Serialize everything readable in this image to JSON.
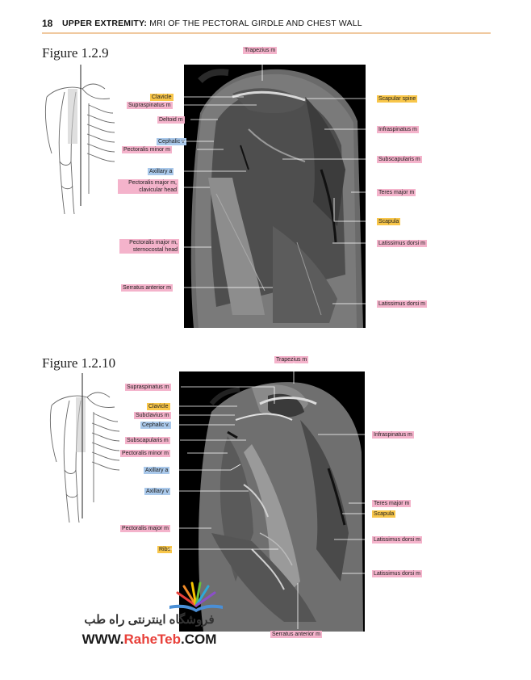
{
  "header": {
    "page_number": "18",
    "title_bold": "UPPER EXTREMITY:",
    "title_rest": " MRI OF THE PECTORAL GIRDLE AND CHEST WALL"
  },
  "figure1": {
    "title": "Figure 1.2.9",
    "labels": {
      "trapezius": "Trapezius m",
      "clavicle": "Clavicle",
      "supraspinatus": "Supraspinatus m",
      "deltoid": "Deltoid m",
      "cephalic": "Cephalic v",
      "pectoralis_minor": "Pectoralis minor m",
      "axillary_a": "Axillary a",
      "pect_major_clav": "Pectoralis major m, clavicular head",
      "pect_major_stern": "Pectoralis major m, sternocostal head",
      "serratus": "Serratus anterior m",
      "scapular_spine": "Scapular spine",
      "infraspinatus": "Infraspinatus m",
      "subscapularis": "Subscapularis m",
      "teres_major": "Teres major m",
      "scapula": "Scapula",
      "latissimus_1": "Latissimus dorsi m",
      "latissimus_2": "Latissimus dorsi m"
    }
  },
  "figure2": {
    "title": "Figure 1.2.10",
    "labels": {
      "trapezius": "Trapezius m",
      "supraspinatus": "Supraspinatus m",
      "clavicle": "Clavicle",
      "subclavius": "Subclavius m",
      "cephalic": "Cephalic v.",
      "subscapularis": "Subscapularis m",
      "pectoralis_minor": "Pectoralis minor m",
      "axillary_a": "Axillary a",
      "axillary_v": "Axillary v",
      "pectoralis_major": "Pectoralis major m",
      "ribs": "Ribs",
      "serratus": "Serratus anterior m",
      "infraspinatus": "Infraspinatus m",
      "teres_major": "Teres major m",
      "scapula": "Scapula",
      "latissimus_1": "Latissimus dorsi m",
      "latissimus_2": "Latissimus dorsi m"
    }
  },
  "watermark": {
    "persian": "فروشگاه اینترنتی راه طب",
    "url_prefix": "WWW.",
    "url_brand": "RaheTeb",
    "url_suffix": ".COM"
  },
  "colors": {
    "muscle_label": "#f4b3cb",
    "bone_label": "#f8c64a",
    "vessel_label": "#a9c8ea",
    "header_rule": "#f0c9a0"
  }
}
